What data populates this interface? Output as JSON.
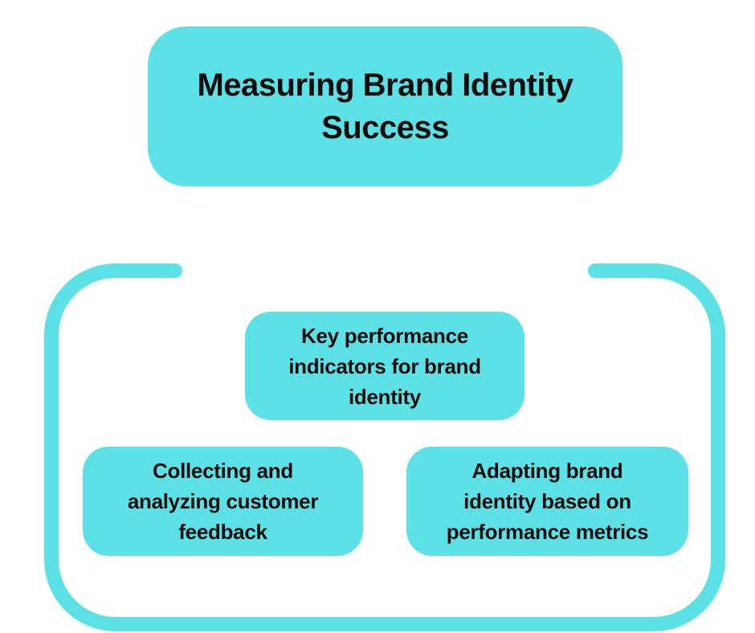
{
  "diagram": {
    "title": {
      "text": "Measuring Brand Identity Success",
      "lines": [
        "Measuring Brand Identity",
        "Success"
      ]
    },
    "nodes": [
      {
        "id": "kpi",
        "text": "Key performance indicators for brand identity",
        "lines": [
          "Key performance",
          "indicators for brand",
          "identity"
        ]
      },
      {
        "id": "feedback",
        "text": "Collecting and analyzing customer feedback",
        "lines": [
          "Collecting and",
          "analyzing customer",
          "feedback"
        ]
      },
      {
        "id": "adapt",
        "text": "Adapting brand identity based on performance metrics",
        "lines": [
          "Adapting brand",
          "identity based on",
          "performance metrics"
        ]
      }
    ],
    "colors": {
      "accent": "#5CE1E6",
      "text": "#0d0d0d",
      "background": "#ffffff"
    }
  }
}
